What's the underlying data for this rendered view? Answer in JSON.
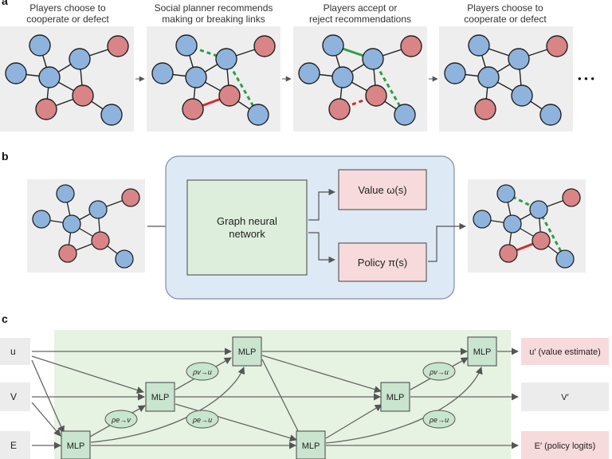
{
  "colors": {
    "node_blue": "#8eb4de",
    "node_red": "#d98486",
    "link_add": "#2f9e44",
    "link_break": "#d62c2c",
    "panel_gray": "#eeeeee",
    "panel_blue": "#dde9f4",
    "box_green": "#deeedd",
    "box_pink": "#f7dadb",
    "mlp_fill": "#c9e4cf",
    "bg_green": "#e6f2e2"
  },
  "panel_a": {
    "label": "a",
    "steps": [
      {
        "caption_1": "Players choose to",
        "caption_2": "cooperate or defect"
      },
      {
        "caption_1": "Social planner recommends",
        "caption_2": "making or breaking links"
      },
      {
        "caption_1": "Players accept or",
        "caption_2": "reject recommendations"
      },
      {
        "caption_1": "Players choose to",
        "caption_2": "cooperate or defect"
      }
    ],
    "ellipsis": "• • •"
  },
  "panel_b": {
    "label": "b",
    "gnn_line1": "Graph neural",
    "gnn_line2": "network",
    "value_label": "Value ω(s)",
    "policy_label": "Policy π(s)"
  },
  "panel_c": {
    "label": "c",
    "inputs": {
      "u": "u",
      "v": "V",
      "e": "E"
    },
    "mlp": "MLP",
    "rho_ev": "ρe→v",
    "rho_vu": "ρv→u",
    "rho_eu": "ρe→u",
    "output_u": "u′ (value estimate)",
    "output_v": "V′",
    "output_e": "E′ (policy logits)"
  }
}
